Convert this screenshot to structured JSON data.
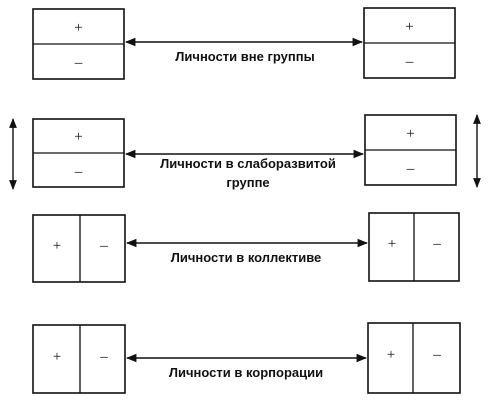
{
  "rows": [
    {
      "label_lines": [
        "Личности вне группы"
      ],
      "orientation": "horizontal",
      "left_box": {
        "first": "+",
        "second": "–"
      },
      "right_box": {
        "first": "+",
        "second": "–"
      }
    },
    {
      "label_lines": [
        "Личности в слаборазвитой",
        "группе"
      ],
      "orientation": "horizontal",
      "side_arrows": true,
      "left_box": {
        "first": "+",
        "second": "–"
      },
      "right_box": {
        "first": "+",
        "second": "–"
      }
    },
    {
      "label_lines": [
        "Личности в коллективе"
      ],
      "orientation": "vertical",
      "left_box": {
        "first": "+",
        "second": "–"
      },
      "right_box": {
        "first": "+",
        "second": "–"
      }
    },
    {
      "label_lines": [
        "Личности в корпорации"
      ],
      "orientation": "vertical",
      "left_box": {
        "first": "+",
        "second": "–"
      },
      "right_box": {
        "first": "+",
        "second": "–"
      }
    }
  ]
}
